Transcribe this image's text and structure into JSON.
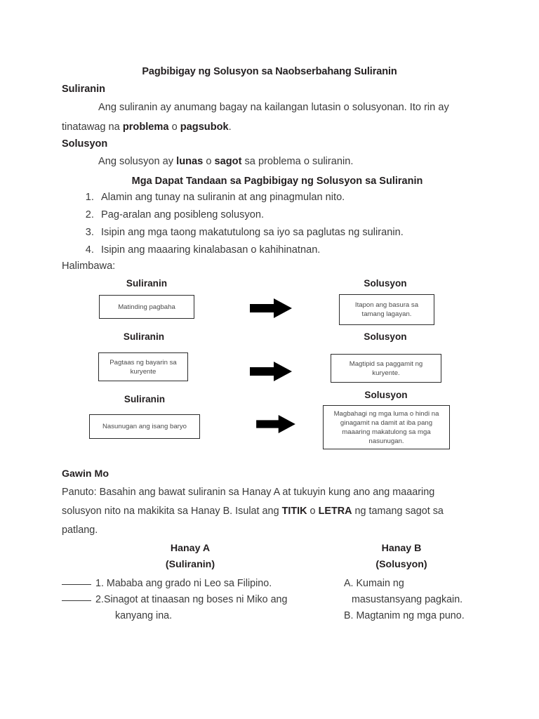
{
  "document": {
    "title": "Pagbibigay ng Solusyon sa Naobserbahang Suliranin"
  },
  "suliranin_section": {
    "heading": "Suliranin",
    "body_part1": "Ang suliranin ay anumang bagay na kailangan lutasin o solusyonan. Ito rin ay tinatawag na ",
    "bold1": "problema",
    "mid": " o ",
    "bold2": "pagsubok",
    "end": "."
  },
  "solusyon_section": {
    "heading": "Solusyon",
    "body_part1": "Ang solusyon ay ",
    "bold1": "lunas",
    "mid": " o ",
    "bold2": "sagot",
    "end": " sa problema o suliranin."
  },
  "rules_section": {
    "heading": "Mga Dapat Tandaan sa Pagbibigay ng Solusyon sa Suliranin",
    "items": [
      "Alamin ang tunay na suliranin at ang pinagmulan nito.",
      "Pag-aralan ang posibleng solusyon.",
      "Isipin ang mga taong makatutulong sa iyo sa paglutas ng suliranin.",
      "Isipin ang maaaring kinalabasan o kahihinatnan."
    ]
  },
  "examples": {
    "label": "Halimbawa:",
    "col_left_label": "Suliranin",
    "col_right_label": "Solusyon",
    "arrow_icon": "right-arrow-icon",
    "rows": [
      {
        "problem": "Matinding pagbaha",
        "solution": "Itapon ang basura sa tamang lagayan."
      },
      {
        "problem": "Pagtaas ng bayarin sa kuryente",
        "solution": "Magtipid sa paggamit ng kuryente."
      },
      {
        "problem": "Nasunugan ang isang baryo",
        "solution": "Magbahagi ng mga luma o hindi na ginagamit na damit at iba pang maaaring makatulong sa mga nasunugan."
      }
    ]
  },
  "activity": {
    "heading": "Gawin Mo",
    "instruction_part1": "Panuto:  Basahin ang bawat suliranin sa Hanay A at tukuyin kung ano ang maaaring solusyon nito na makikita sa Hanay B. Isulat ang ",
    "bold1": "TITIK",
    "mid": " o ",
    "bold2": "LETRA",
    "instruction_part2": " ng tamang sagot sa patlang.",
    "hanay_a_title": "Hanay A",
    "hanay_a_subtitle": "(Suliranin)",
    "hanay_b_title": "Hanay B",
    "hanay_b_subtitle": "(Solusyon)",
    "items_a": [
      {
        "number": "1.",
        "text": " Mababa ang grado ni Leo sa Filipino."
      },
      {
        "number": "2.",
        "text": "Sinagot at tinaasan ng boses ni Miko ang"
      },
      {
        "number": "",
        "text": "kanyang ina."
      }
    ],
    "items_b": [
      "A. Kumain ng",
      "masustansyang pagkain.",
      "B. Magtanim ng mga puno."
    ]
  }
}
